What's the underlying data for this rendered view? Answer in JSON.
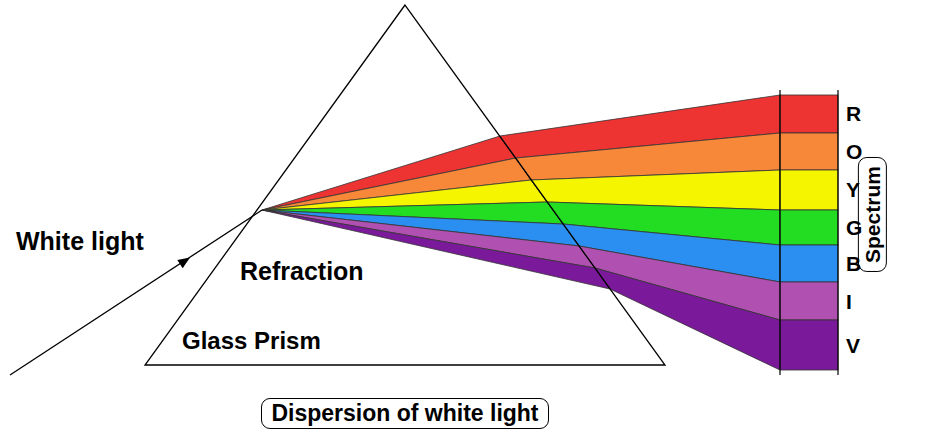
{
  "diagram": {
    "caption": "Dispersion of white light",
    "nodes": [
      {
        "text": [
          "Refraction",
          "Glass Prism"
        ]
      },
      {
        "text": [
          "Spectrum"
        ]
      }
    ],
    "labels": [
      "White light",
      "R",
      "O",
      "Y",
      "G",
      "B",
      "I",
      "V"
    ]
  }
}
